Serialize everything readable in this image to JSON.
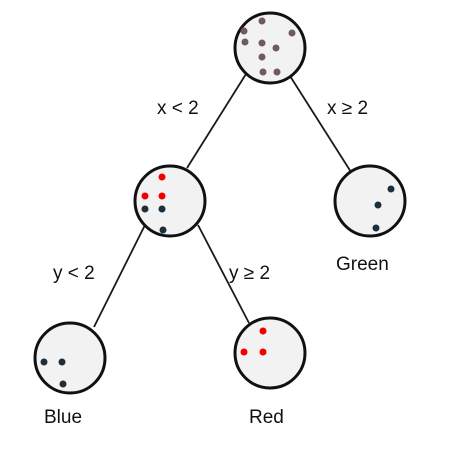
{
  "colors": {
    "dark_point": "#1e2f3c",
    "red_point": "#f00000",
    "mixed_point": "#6f5a63",
    "red_label": "#b31212",
    "default_text": "#111111"
  },
  "nodes": [
    {
      "id": "root",
      "point_color": "mixed_point",
      "points_count": 9
    },
    {
      "id": "left",
      "point_color": "mixed",
      "points_count": 6
    },
    {
      "id": "right",
      "label": "Green",
      "label_color": "default_text",
      "point_color": "dark_point",
      "points_count": 3
    },
    {
      "id": "left-left",
      "label": "Blue",
      "label_color": "default_text",
      "point_color": "dark_point",
      "points_count": 3
    },
    {
      "id": "left-right",
      "label": "Red",
      "label_color": "red_label",
      "point_color": "red_point",
      "points_count": 3
    }
  ],
  "edges": [
    {
      "from": "root",
      "to": "left",
      "label": "x < 2"
    },
    {
      "from": "root",
      "to": "right",
      "label": "x ≥ 2"
    },
    {
      "from": "left",
      "to": "left-left",
      "label": "y < 2"
    },
    {
      "from": "left",
      "to": "left-right",
      "label": "y ≥ 2"
    }
  ]
}
